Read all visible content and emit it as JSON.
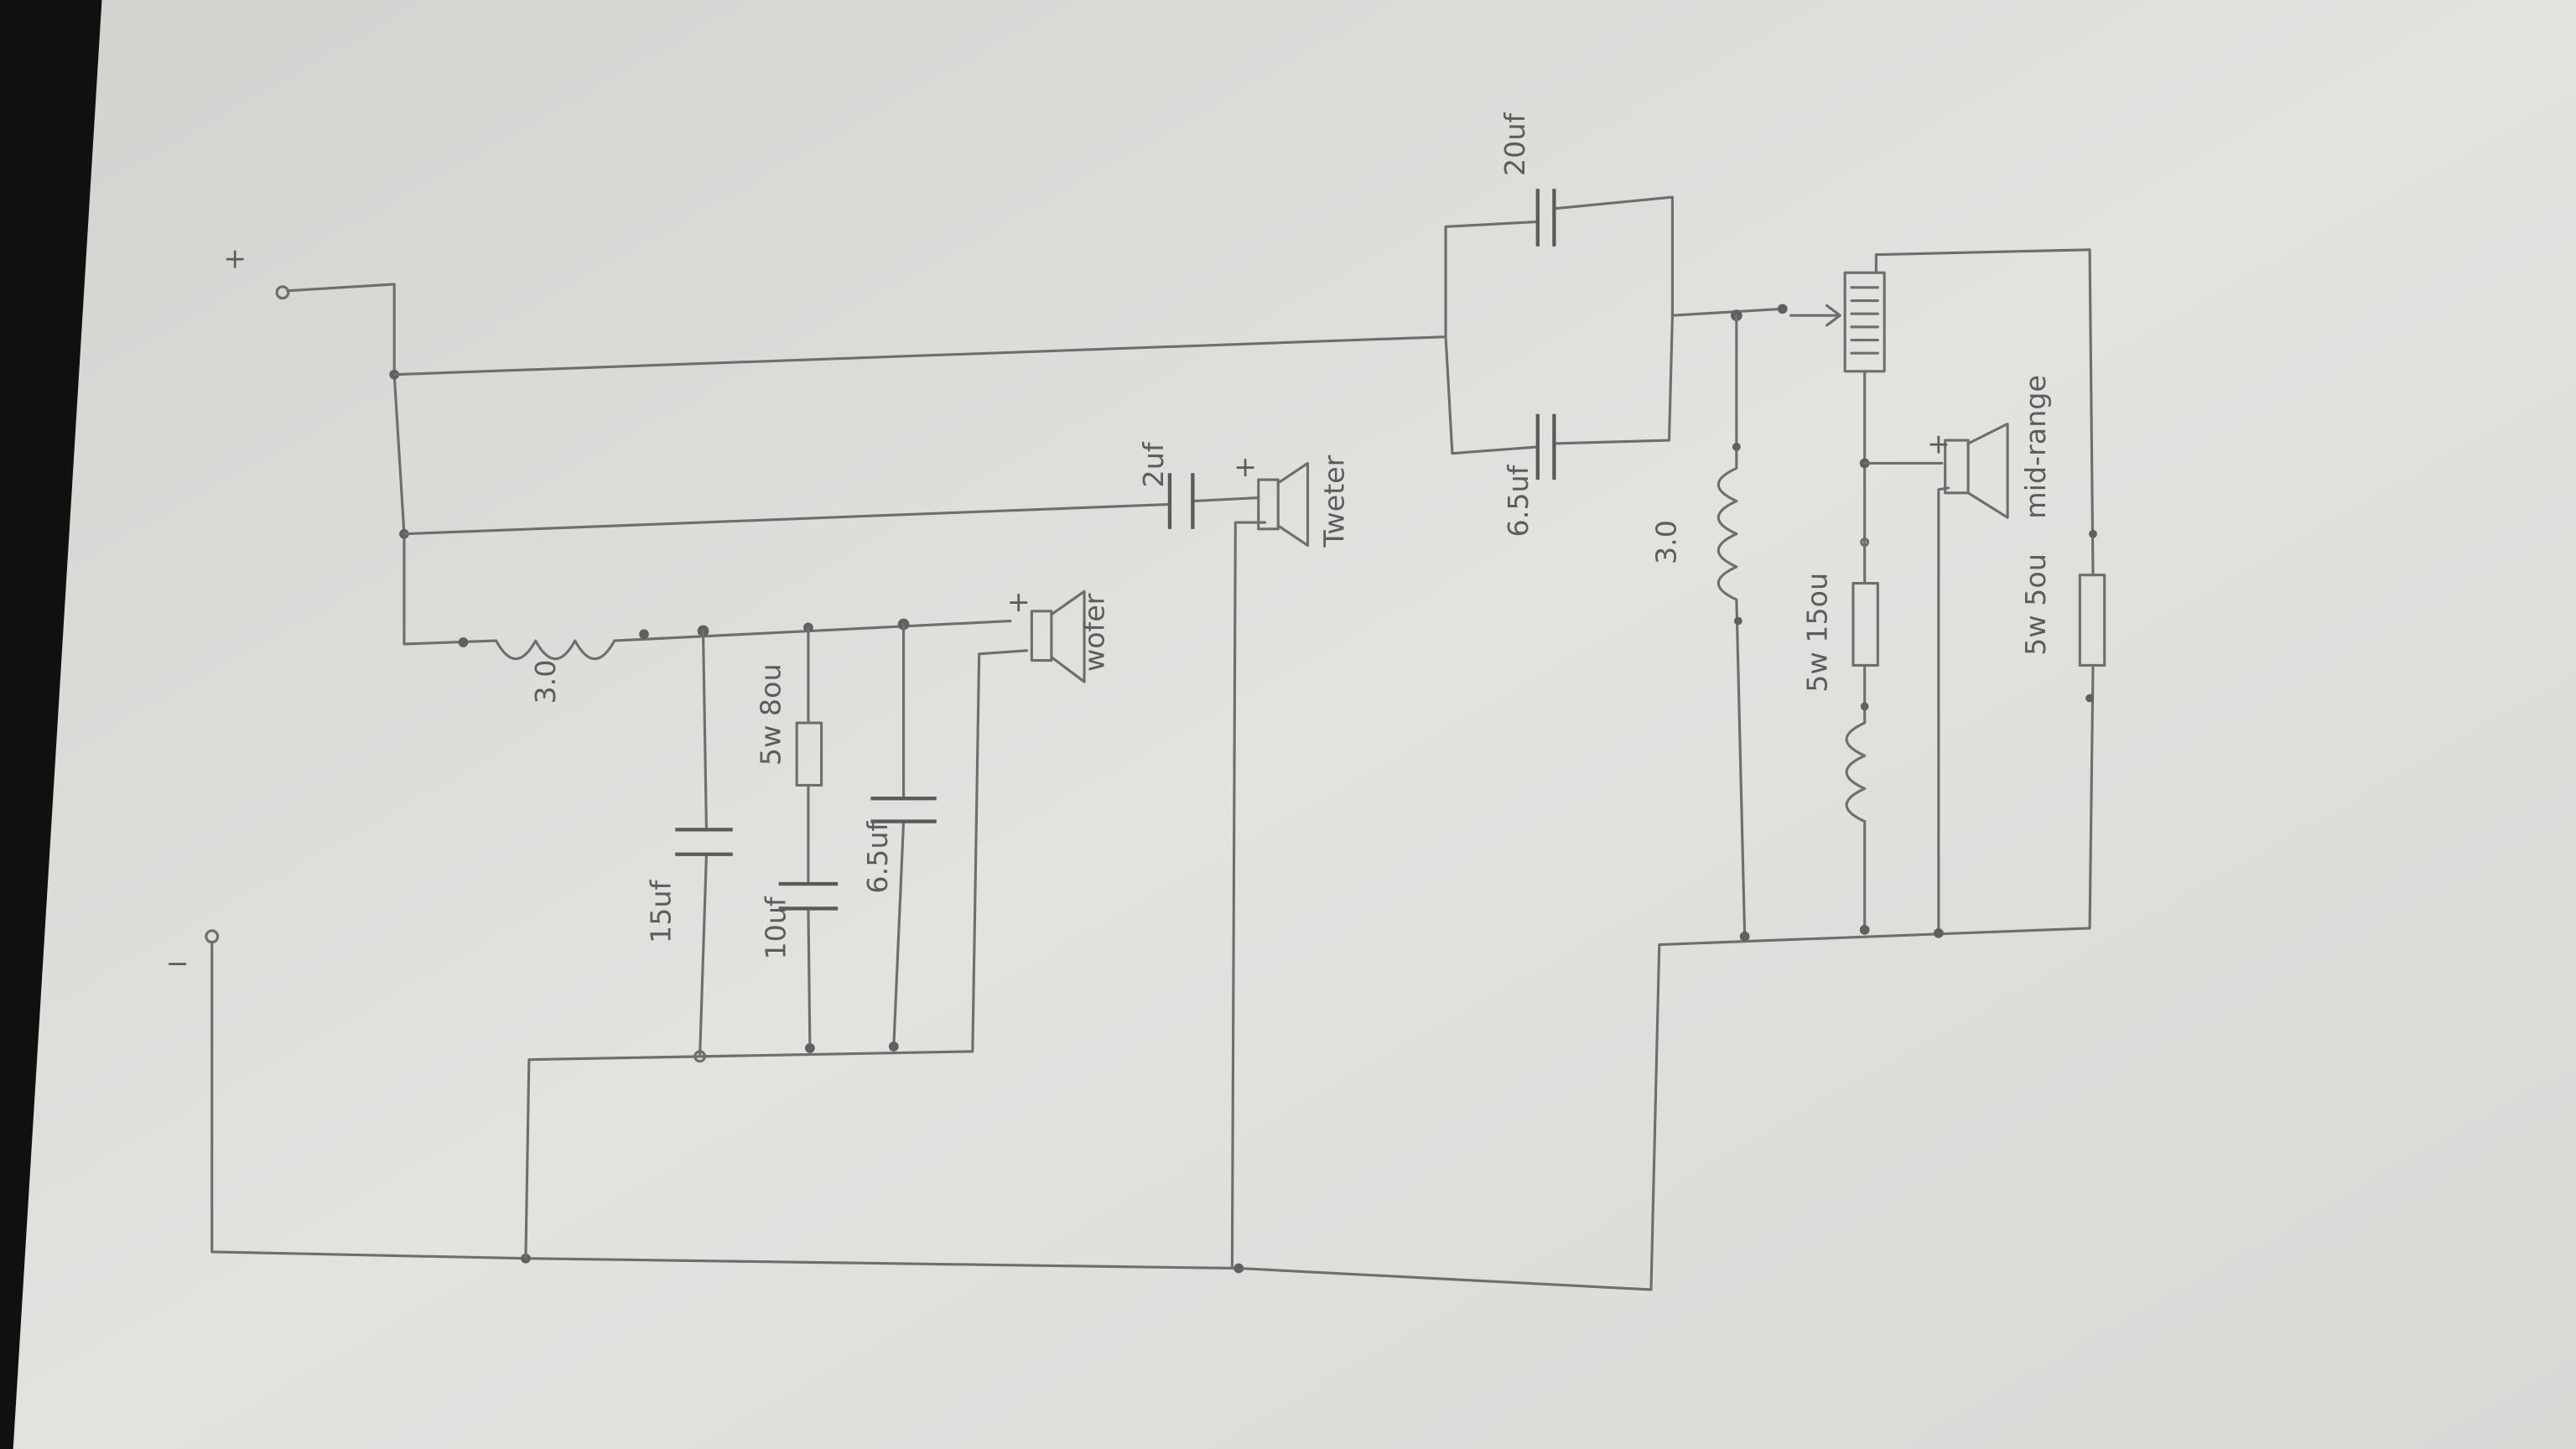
{
  "diagram": {
    "title": "3-way speaker crossover (hand-drawn)",
    "terminals": {
      "positive": "+",
      "negative": "−"
    },
    "woofer_section": {
      "inductor": "3.0",
      "cap1": "15uf",
      "cap2": "10uf",
      "resistor": "5w 8ou",
      "cap3": "6.5uf",
      "speaker": "wofer"
    },
    "tweeter_section": {
      "cap": "2uf",
      "speaker": "Tweter"
    },
    "midrange_section": {
      "cap_top": "20uf",
      "cap_bottom": "6.5uf",
      "inductor": "3.0",
      "resistor1": "5w 15ou",
      "resistor2": "5w 5ou",
      "speaker": "mid-range"
    },
    "polarity_mark": "+"
  },
  "colors": {
    "paper": "#dcdcd9",
    "pencil": "#6e6e6e",
    "background": "#101010"
  }
}
